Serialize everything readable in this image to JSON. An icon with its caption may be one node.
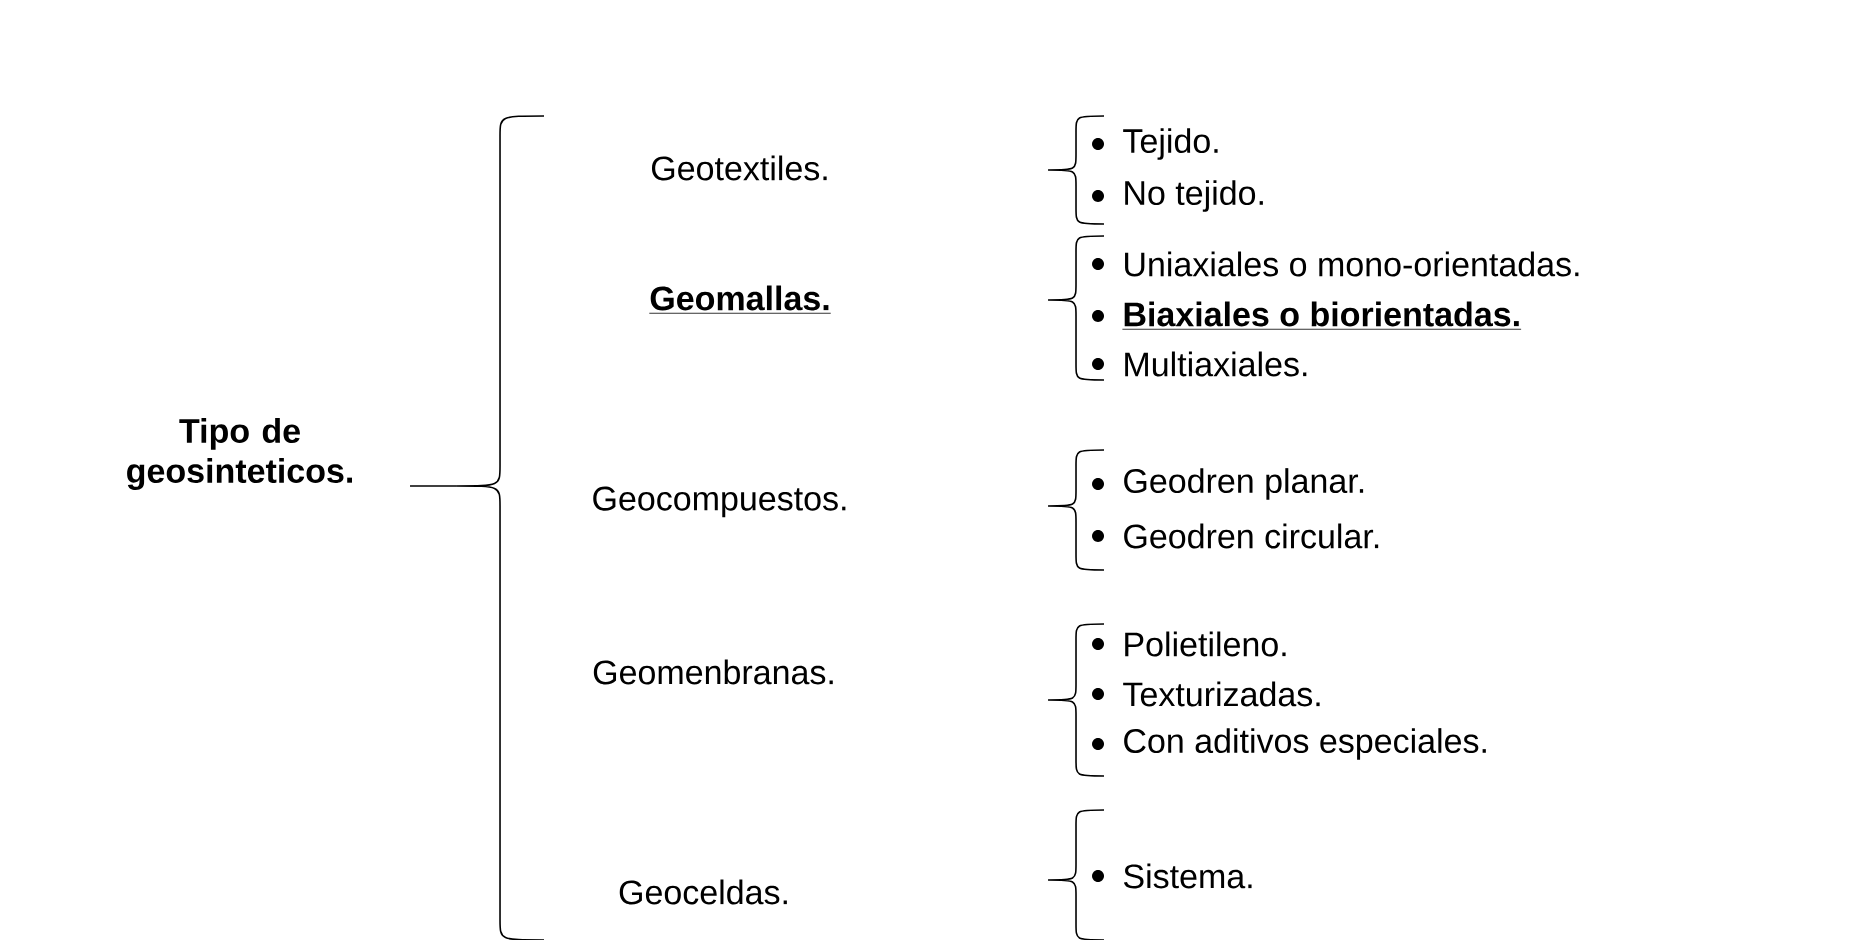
{
  "diagram": {
    "labels": [
      "Geotextiles.",
      "Tejido.",
      "No tejido.",
      "Geomallas.",
      "Uniaxiales o mono-orientadas.",
      "Biaxiales o biorientadas.",
      "Multiaxiales.",
      "Tipo de geosinteticos.",
      "Geocompuestos.",
      "Geodren planar.",
      "Geodren circular.",
      "Geomenbranas.",
      "Polietileno.",
      "Texturizadas.",
      "Con aditivos especiales.",
      "Geoceldas.",
      "Sistema."
    ]
  }
}
